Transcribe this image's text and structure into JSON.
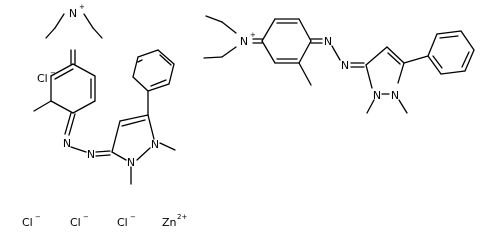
{
  "structure": {
    "left_molecule": {
      "atoms": {
        "n_plus": "N",
        "n_plus_charge": "+",
        "azo_n1": "N",
        "azo_n2": "N",
        "ring_n1": "N",
        "ring_n2": "N"
      }
    },
    "right_molecule": {
      "atoms": {
        "n_plus": "N",
        "n_plus_charge": "+",
        "azo_n1": "N",
        "azo_n2": "N",
        "ring_n1": "N",
        "ring_n2": "N"
      }
    },
    "counterions": {
      "chloride_1": {
        "symbol": "Cl",
        "charge": "−"
      },
      "chloride_2": {
        "symbol": "Cl",
        "charge": "−"
      },
      "chloride_3": {
        "symbol": "Cl",
        "charge": "−"
      },
      "chloride_4": {
        "symbol": "Cl",
        "charge": "−"
      },
      "zinc": {
        "symbol": "Zn",
        "charge": "2+"
      }
    }
  }
}
